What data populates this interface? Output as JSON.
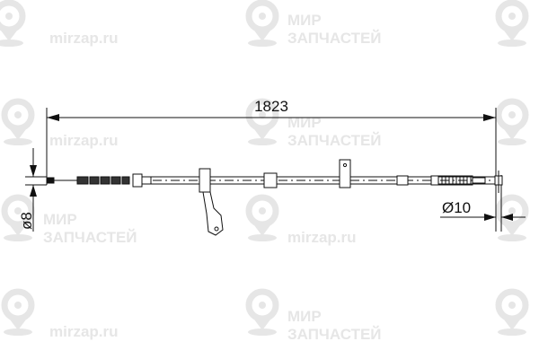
{
  "drawing": {
    "overall_length": "1823",
    "left_diameter": "ø8",
    "right_diameter": "Ø10"
  },
  "watermark": {
    "line1": "МИР",
    "line2": "ЗАПЧАСТЕЙ",
    "site": "mirzap.ru"
  }
}
